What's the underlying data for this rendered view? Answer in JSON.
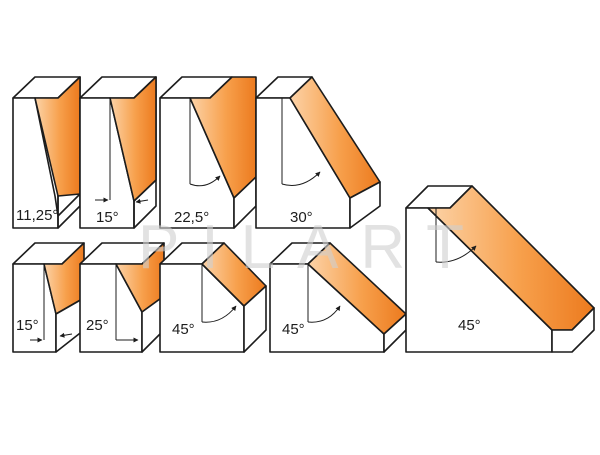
{
  "colors": {
    "face": "#ffffff",
    "outline": "#1c1c1c",
    "cut_light": "#fcd3a8",
    "cut_mid": "#f7a04c",
    "cut_dark": "#ec7a1e",
    "watermark": "#d9d9d9",
    "label": "#1c1c1c"
  },
  "watermark": {
    "text": "PILART"
  },
  "profiles": [
    {
      "id": "p1",
      "angle_label": "11,25°"
    },
    {
      "id": "p2",
      "angle_label": "15°"
    },
    {
      "id": "p3",
      "angle_label": "22,5°"
    },
    {
      "id": "p4",
      "angle_label": "30°"
    },
    {
      "id": "p5",
      "angle_label": "15°"
    },
    {
      "id": "p6",
      "angle_label": "25°"
    },
    {
      "id": "p7",
      "angle_label": "45°"
    },
    {
      "id": "p8",
      "angle_label": "45°"
    },
    {
      "id": "p9",
      "angle_label": "45°"
    }
  ]
}
